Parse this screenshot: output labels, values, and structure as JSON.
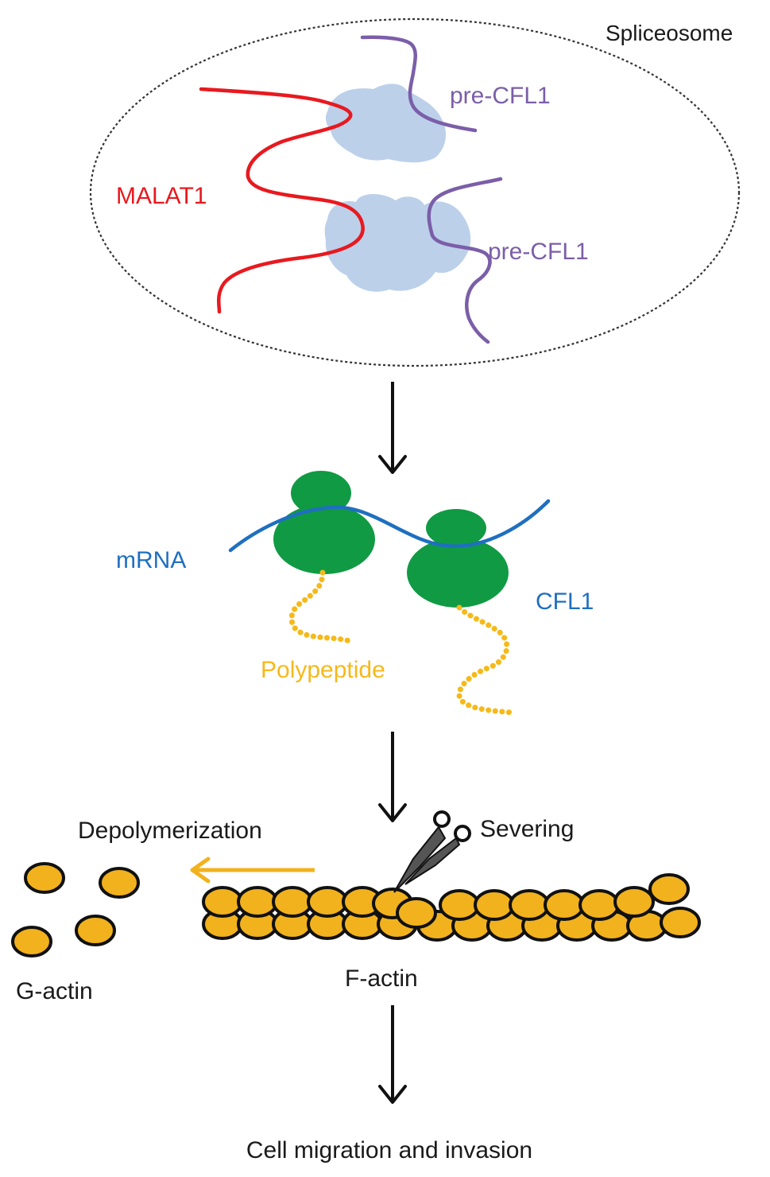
{
  "labels": {
    "spliceosome": "Spliceosome",
    "malat1": "MALAT1",
    "pre_cfl1_top": "pre-CFL1",
    "pre_cfl1_bottom": "pre-CFL1",
    "mrna": "mRNA",
    "cfl1": "CFL1",
    "polypeptide": "Polypeptide",
    "depolymerization": "Depolymerization",
    "severing": "Severing",
    "g_actin": "G-actin",
    "f_actin": "F-actin",
    "outcome": "Cell migration and invasion"
  },
  "colors": {
    "malat1": "#e8191f",
    "pre_cfl1": "#7b5ea8",
    "mrna": "#1f6fc0",
    "spliceosome_blob": "#bcd0ea",
    "ribosome": "#109a44",
    "polypeptide": "#f6b91a",
    "actin_fill": "#f2b21d",
    "actin_stroke": "#111111",
    "arrow": "#111111",
    "depoly_arrow": "#f2b21d",
    "text": "#1a1a1a"
  },
  "icons": {
    "scissors": "scissors-icon"
  }
}
